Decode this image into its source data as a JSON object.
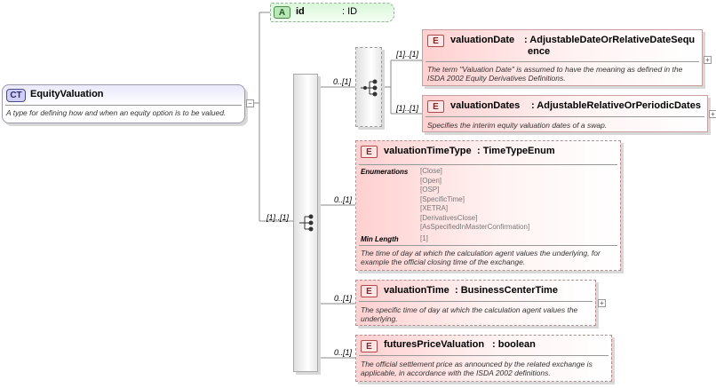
{
  "root": {
    "badge": "CT",
    "name": "EquityValuation",
    "description": "A type for defining how and when an equity option is to be valued."
  },
  "attribute": {
    "badge": "A",
    "name": "id",
    "type": ": ID"
  },
  "outer_sequence": {
    "cardinality": "[1]..[1]"
  },
  "choice": {
    "cardinality": "0..[1]"
  },
  "elements": {
    "valuationDate": {
      "badge": "E",
      "name": "valuationDate",
      "type_line1": ": AdjustableDateOrRelativeDateSequ",
      "type_line2": "ence",
      "cardinality": "[1]..[1]",
      "description": "The term \"Valuation Date\" is assumed to have the meaning as defined in the ISDA 2002 Equity Derivatives Definitions."
    },
    "valuationDates": {
      "badge": "E",
      "name": "valuationDates",
      "type": ": AdjustableRelativeOrPeriodicDates",
      "cardinality": "[1]..[1]",
      "description": "Specifies the interim equity valuation dates of a swap."
    },
    "valuationTimeType": {
      "badge": "E",
      "name": "valuationTimeType",
      "type": ": TimeTypeEnum",
      "cardinality": "0..[1]",
      "enumerations_label": "Enumerations",
      "enumerations": [
        "[Close]",
        "[Open]",
        "[OSP]",
        "[SpecificTime]",
        "[XETRA]",
        "[DerivativesClose]",
        "[AsSpecifiedInMasterConfirmation]"
      ],
      "minlength_label": "Min Length",
      "minlength": "[1]",
      "description": "The time of day at which the calculation agent values the underlying, for example the official closing time of the exchange."
    },
    "valuationTime": {
      "badge": "E",
      "name": "valuationTime",
      "type": ": BusinessCenterTime",
      "cardinality": "0..[1]",
      "description": "The specific time of day at which the calculation agent values the underlying."
    },
    "futuresPriceValuation": {
      "badge": "E",
      "name": "futuresPriceValuation",
      "type": ": boolean",
      "cardinality": "0..[1]",
      "description": "The official settlement price as announced by the related exchange is applicable, in accordance with the ISDA 2002 definitions."
    }
  },
  "icons": {
    "expand": "+",
    "collapse": "−",
    "sequence": "sequence-icon",
    "choice": "choice-icon"
  }
}
